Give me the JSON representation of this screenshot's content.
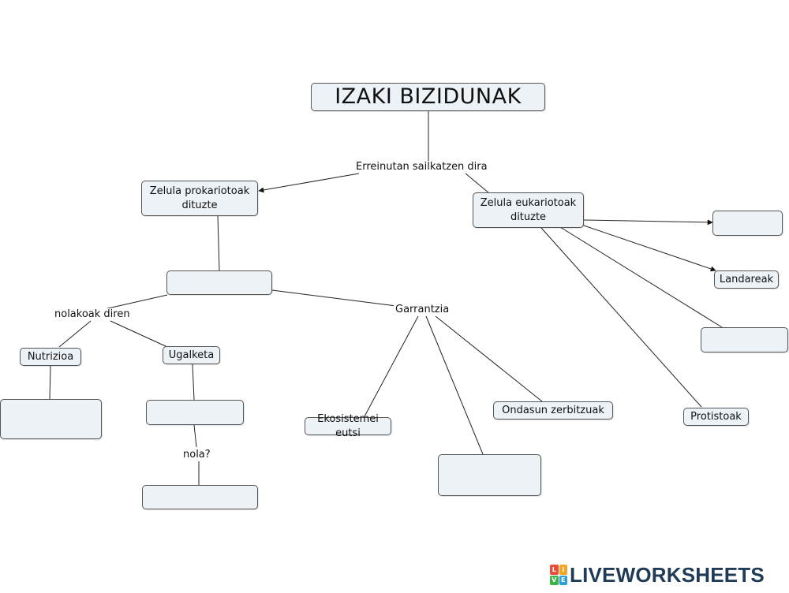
{
  "diagram": {
    "title": "IZAKI BIZIDUNAK",
    "edge_labels": {
      "classify": "Erreinutan sailkatzen dira",
      "how_they_are": "nolakoak diren",
      "importance": "Garrantzia",
      "how": "nola?"
    },
    "nodes": {
      "prokaryotic": "Zelula prokariotoak dituzte",
      "eukaryotic": "Zelula eukariotoak dituzte",
      "nutrition": "Nutrizioa",
      "reproduction": "Ugalketa",
      "ecosystems": "Ekosistemei eutsi",
      "goods_services": "Ondasun zerbitzuak",
      "plants": "Landareak",
      "protists": "Protistoak"
    }
  },
  "footer": {
    "brand": "LIVEWORKSHEETS",
    "badge_letters": [
      "L",
      "I",
      "V",
      "E"
    ],
    "badge_colors": [
      "#e94e3c",
      "#f5a623",
      "#3bb54a",
      "#2a9fd8"
    ]
  }
}
